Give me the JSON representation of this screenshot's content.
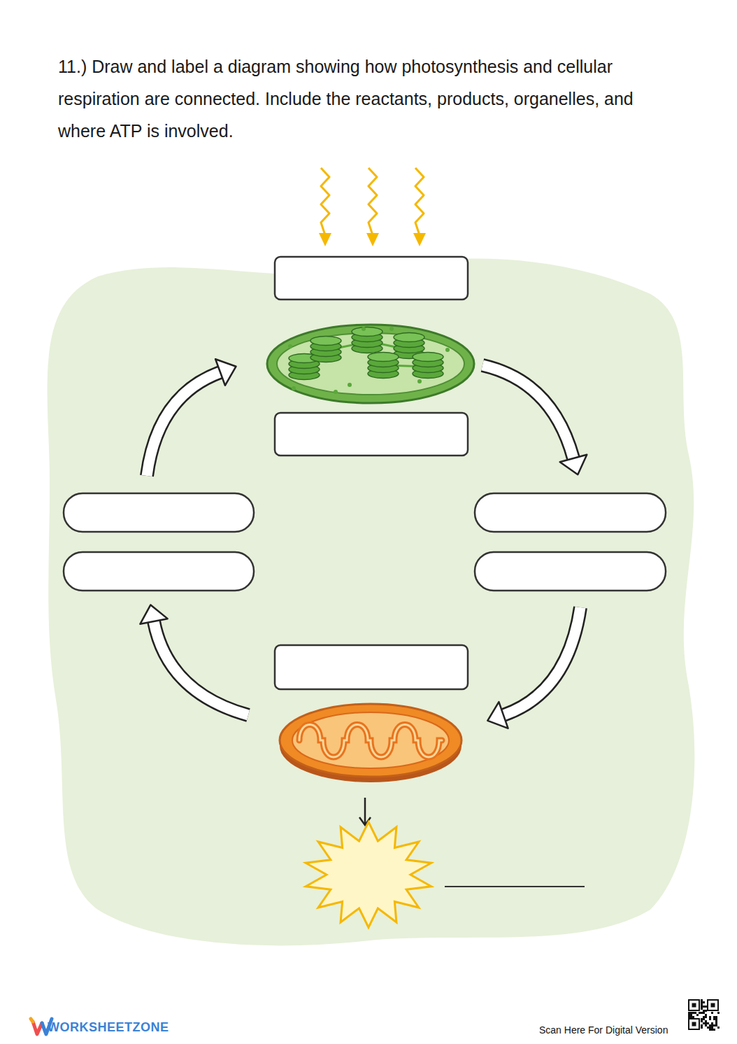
{
  "diagram": {
    "title": "11.) Draw and label a diagram showing how photosynthesis and cellular respiration are connected. Include the reactants, products, organelles, and where ATP is involved.",
    "labels": [
      "WORKSHEETZONE",
      "Scan Here For Digital Version"
    ]
  }
}
